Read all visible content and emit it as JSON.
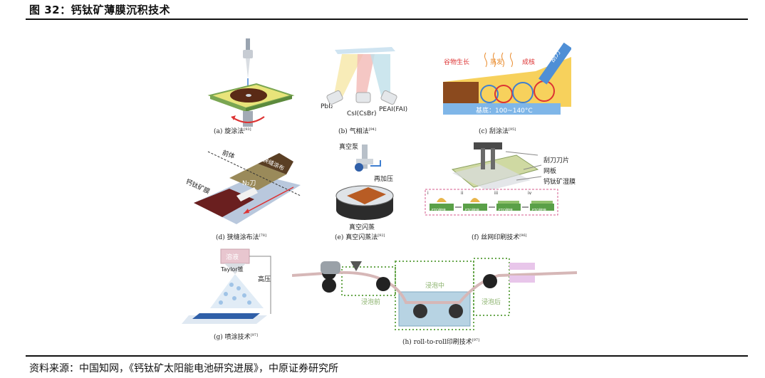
{
  "header": {
    "title": "图 32：钙钛矿薄膜沉积技术"
  },
  "footer": {
    "source": "资料来源：中国知网，《钙钛矿太阳能电池研究进展》，中原证券研究所"
  },
  "panels": {
    "a": {
      "caption": "(a) 旋涂法",
      "ref": "[93]"
    },
    "b": {
      "caption": "(b) 气相法",
      "ref": "[94]",
      "labels": {
        "pbi2": "PbI₂",
        "csi": "CsI(CsBr)",
        "peai": "PEAI(FAI)"
      }
    },
    "c": {
      "caption": "(c) 刮涂法",
      "ref": "[95]",
      "labels": {
        "growth": "谷物生长",
        "evap": "蒸发",
        "nucleation": "成核",
        "blade": "刮刀",
        "substrate": "基底：100~140°C"
      }
    },
    "d": {
      "caption": "(d) 狭缝涂布法",
      "ref": "[78]",
      "labels": {
        "precursor": "前体",
        "die": "狭缝涂布",
        "n2": "N₂刀",
        "film": "钙钛矿膜"
      }
    },
    "e": {
      "caption": "(e) 真空闪蒸法",
      "ref": "[92]",
      "labels": {
        "pump": "真空泵",
        "repress": "再加压",
        "flash": "真空闪蒸"
      }
    },
    "f": {
      "caption": "(f) 丝网印刷技术",
      "ref": "[96]",
      "labels": {
        "squeegee": "刮刀刀片",
        "screen": "网板",
        "wetfilm": "钙钛矿湿膜",
        "fto": "FTO玻璃",
        "layer": "钙钛矿",
        "steps": [
          "i",
          "ii",
          "iii",
          "iv"
        ]
      }
    },
    "g": {
      "caption": "(g) 喷涂技术",
      "ref": "[97]",
      "labels": {
        "solution": "溶液",
        "taylor": "Taylor锥",
        "hv": "高压"
      }
    },
    "h": {
      "caption": "(h) roll-to-roll印刷技术",
      "ref": "[97]",
      "labels": {
        "soak": "浸泡中",
        "before": "浸泡前",
        "after": "浸泡后"
      }
    }
  },
  "colors": {
    "accent_blue": "#3f7fd0",
    "film_brown": "#8b4a1e",
    "orange": "#e98a2a",
    "dashed_green": "#6aa84f"
  }
}
